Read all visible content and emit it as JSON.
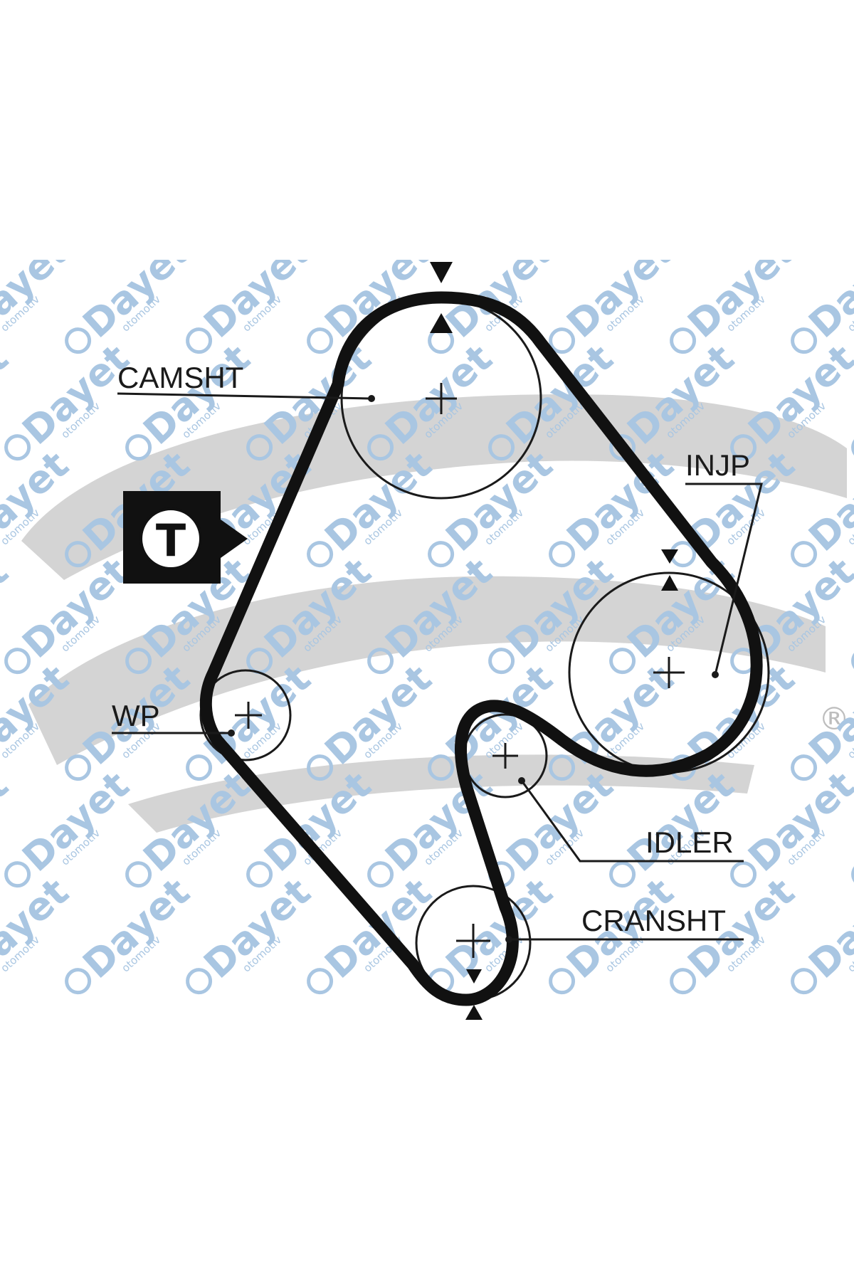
{
  "colors": {
    "background": "#ffffff",
    "belt": "#111111",
    "ink": "#1a1a1a",
    "logo_grey": "#d4d4d4",
    "watermark_blue": "#a9c6e2"
  },
  "labels": {
    "camshaft": "CAMSHT",
    "injection_pump": "INJP",
    "water_pump": "WP",
    "idler": "IDLER",
    "crankshaft": "CRANSHT"
  },
  "tensioner_mark": "T",
  "watermark": {
    "brand": "Dayet",
    "sub": "otomotiv"
  },
  "logo": {
    "registered": "®"
  }
}
